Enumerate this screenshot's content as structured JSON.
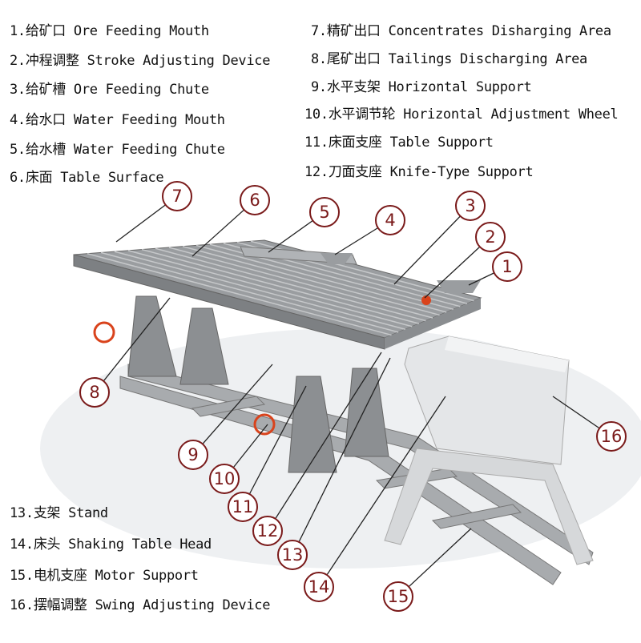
{
  "legend": [
    {
      "n": "1.",
      "zh": "给矿口",
      "en": "Ore Feeding Mouth"
    },
    {
      "n": "2.",
      "zh": "冲程调整",
      "en": "Stroke Adjusting Device"
    },
    {
      "n": "3.",
      "zh": "给矿槽",
      "en": "Ore Feeding Chute"
    },
    {
      "n": "4.",
      "zh": "给水口",
      "en": "Water Feeding Mouth"
    },
    {
      "n": "5.",
      "zh": "给水槽",
      "en": "Water Feeding Chute"
    },
    {
      "n": "6.",
      "zh": "床面",
      "en": "Table Surface"
    },
    {
      "n": "7.",
      "zh": "精矿出口",
      "en": "Concentrates Disharging Area"
    },
    {
      "n": "8.",
      "zh": "尾矿出口",
      "en": "Tailings Discharging Area"
    },
    {
      "n": "9.",
      "zh": "水平支架",
      "en": "Horizontal Support"
    },
    {
      "n": "10.",
      "zh": "水平调节轮",
      "en": "Horizontal Adjustment Wheel"
    },
    {
      "n": "11.",
      "zh": "床面支座",
      "en": "Table Support"
    },
    {
      "n": "12.",
      "zh": "刀面支座",
      "en": "Knife-Type Support"
    },
    {
      "n": "13.",
      "zh": "支架",
      "en": "Stand"
    },
    {
      "n": "14.",
      "zh": "床头",
      "en": "Shaking Table Head"
    },
    {
      "n": "15.",
      "zh": "电机支座",
      "en": "Motor Support"
    },
    {
      "n": "16.",
      "zh": "摆幅调整",
      "en": "Swing Adjusting Device"
    }
  ],
  "callouts": [
    "1",
    "2",
    "3",
    "4",
    "5",
    "6",
    "7",
    "8",
    "9",
    "10",
    "11",
    "12",
    "13",
    "14",
    "15",
    "16"
  ],
  "colors": {
    "callout": "#7a1a1a",
    "frame": "#8c8c8c",
    "box": "#e4e6e8",
    "wheel": "#d9431c"
  }
}
